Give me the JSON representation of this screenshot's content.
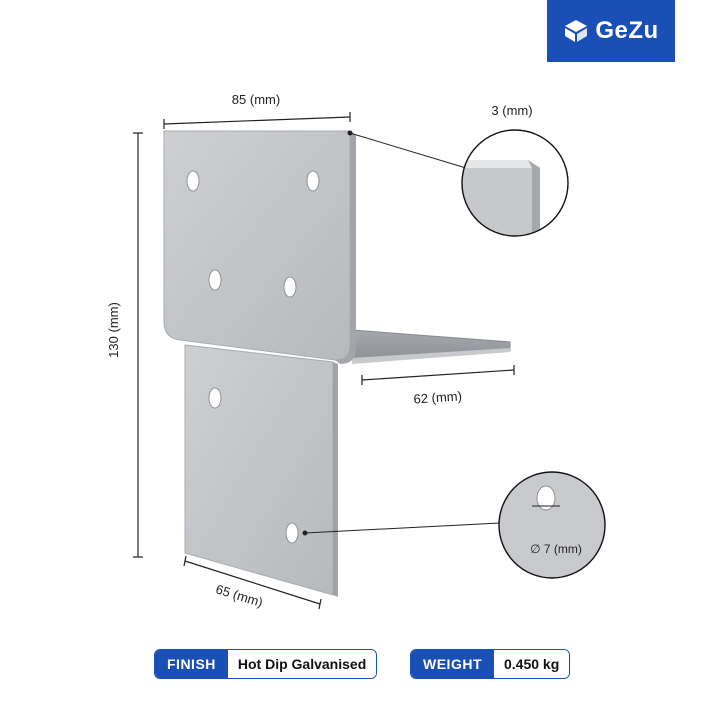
{
  "brand": {
    "name": "GeZu",
    "color": "#1a4fb6"
  },
  "dimensions": {
    "top_width": "85 (mm)",
    "thickness": "3 (mm)",
    "height": "130 (mm)",
    "flange": "62 (mm)",
    "bottom_width": "65 (mm)",
    "hole": "∅ 7 (mm)"
  },
  "specs": {
    "finish_label": "FINISH",
    "finish_value": "Hot Dip Galvanised",
    "weight_label": "WEIGHT",
    "weight_value": "0.450 kg"
  }
}
